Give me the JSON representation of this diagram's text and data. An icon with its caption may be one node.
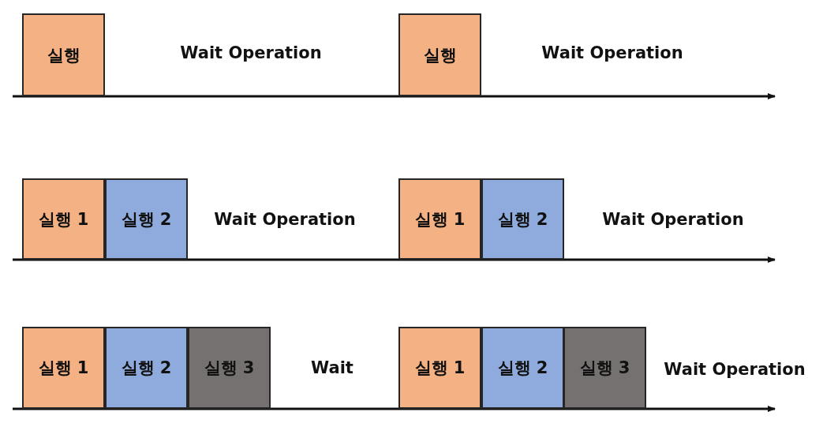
{
  "diagram": {
    "nodes": [
      {
        "text": [
          "실행"
        ]
      },
      {
        "text": [
          "실행"
        ]
      },
      {
        "text": [
          "실행 1"
        ]
      },
      {
        "text": [
          "실행 2"
        ]
      },
      {
        "text": [
          "실행 1"
        ]
      },
      {
        "text": [
          "실행 2"
        ]
      },
      {
        "text": [
          "실행 1"
        ]
      },
      {
        "text": [
          "실행 2"
        ]
      },
      {
        "text": [
          "실행 3"
        ]
      },
      {
        "text": [
          "실행 1"
        ]
      },
      {
        "text": [
          "실행 2"
        ]
      },
      {
        "text": [
          "실행 3"
        ]
      }
    ],
    "edges": [],
    "labels": [
      "Wait Operation",
      "Wait Operation",
      "Wait Operation",
      "Wait Operation",
      "Wait",
      "Wait Operation"
    ]
  }
}
